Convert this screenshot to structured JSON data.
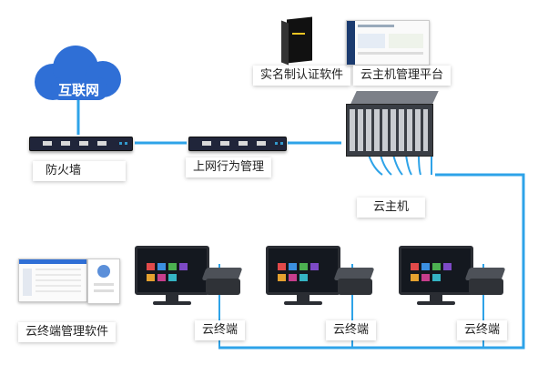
{
  "diagram": {
    "internet_label": "互联网",
    "firewall_label": "防火墙",
    "behavior_mgmt_label": "上网行为管理",
    "realname_software_label": "实名制认证软件",
    "cloud_platform_label": "云主机管理平台",
    "cloud_host_label": "云主机",
    "terminal_mgmt_software_label": "云终端管理软件",
    "terminals": [
      {
        "label": "云终端"
      },
      {
        "label": "云终端"
      },
      {
        "label": "云终端"
      }
    ]
  },
  "colors": {
    "cloud": "#2f6fd6",
    "link": "#2ea3e8",
    "device": "#20253a"
  }
}
